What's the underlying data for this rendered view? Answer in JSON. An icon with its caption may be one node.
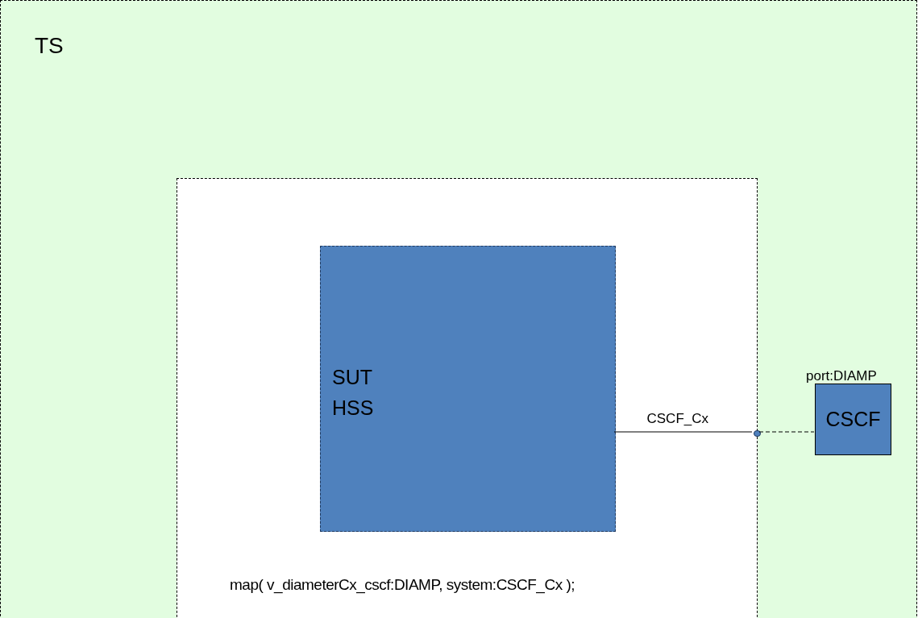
{
  "diagram": {
    "nodes": [
      {
        "text": [
          "TS"
        ]
      },
      {
        "text": [
          "map( v_diameterCx_cscf:DIAMP, system:CSCF_Cx );"
        ],
        "in": 0
      },
      {
        "text": [
          "SUT HSS"
        ],
        "in": 1
      },
      {
        "text": [],
        "shape": "circle",
        "in": 1
      },
      {
        "text": [
          "port:DIAMP",
          "CSCF"
        ],
        "in": 0
      }
    ],
    "edges": [
      {
        "from": 2,
        "to": 3,
        "arrow": "none",
        "label": "CSCF_Cx"
      },
      {
        "from": 3,
        "to": 4,
        "arrow": "none",
        "style": "dashed"
      }
    ]
  }
}
